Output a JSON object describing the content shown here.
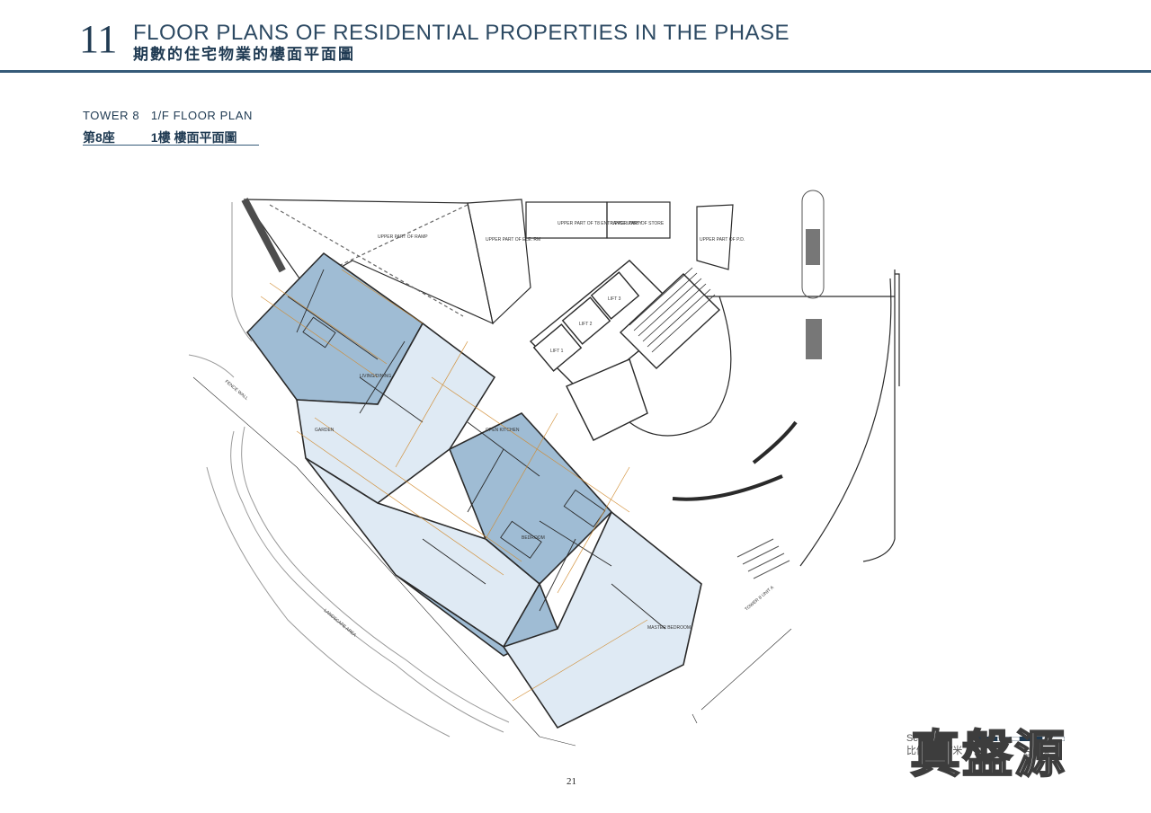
{
  "header": {
    "chapter_number": "11",
    "title_en": "FLOOR PLANS OF RESIDENTIAL PROPERTIES IN THE PHASE",
    "title_zh": "期數的住宅物業的樓面平面圖"
  },
  "subheading": {
    "en": "TOWER 8   1/F FLOOR PLAN",
    "zh_tower": "第8座",
    "zh_plan": "1樓 樓面平面圖"
  },
  "plan": {
    "labels": {
      "ramp": "UPPER PART OF RAMP",
      "ele_rm": "UPPER PART OF ELE. RM",
      "entrance_lobby": "UPPER PART OF T8 ENTRANCE LOBBY",
      "store": "UPPER PART OF STORE",
      "pd": "UPPER PART OF P.D.",
      "lift1": "LIFT 1",
      "lift2": "LIFT 2",
      "lift3": "LIFT 3",
      "garden": "GARDEN",
      "landscape": "LANDSCAPE AREA",
      "open_kitchen": "OPEN KITCHEN",
      "bedroom": "BEDROOM",
      "master_bedroom": "MASTER BEDROOM",
      "living_dining": "LIVING/DINING",
      "fence": "FENCE WALL",
      "unit_a": "TOWER 8 UNIT A"
    },
    "colors": {
      "unit_fill_dark": "#9fbcd4",
      "unit_fill_light": "#dfeaf4",
      "dimension_lines": "#d08a2e",
      "walls": "#2a2a2a"
    }
  },
  "scale": {
    "label_en": "Scale:",
    "label_zh": "比例：",
    "start": "0M/米",
    "end": "5M/米"
  },
  "page_number": "21",
  "watermark": "真盤源"
}
